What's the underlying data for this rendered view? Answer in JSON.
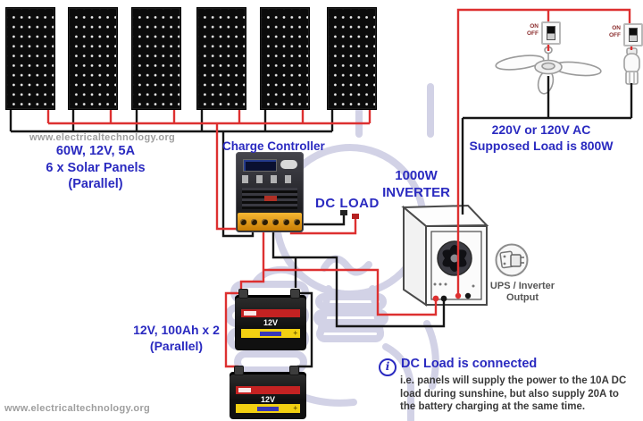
{
  "watermark_top": "www.electricaltechnology.org",
  "watermark_bottom": "www.electricaltechnology.org",
  "solar_array": {
    "panel_count": 6,
    "line1": "60W, 12V, 5A",
    "line2": "6 x Solar Panels",
    "line3": "(Parallel)"
  },
  "charge_controller": {
    "label": "Charge Controller"
  },
  "dc_load": {
    "label": "DC LOAD"
  },
  "inverter": {
    "line1": "1000W",
    "line2": "INVERTER"
  },
  "ac_load": {
    "line1": "220V or 120V AC",
    "line2": "Supposed Load is 800W"
  },
  "ups_output": {
    "line1": "UPS / Inverter",
    "line2": "Output"
  },
  "battery_bank": {
    "specs1": "12V, 100Ah x 2",
    "specs2": "(Parallel)",
    "label": "12V"
  },
  "switch": {
    "on": "ON",
    "off": "OFF"
  },
  "note": {
    "icon": "i",
    "title": "DC Load is connected",
    "line1": "i.e. panels will supply the power to the 10A DC",
    "line2": "load during sunshine, but also supply 20A to",
    "line3": "the battery charging at the same time."
  },
  "colors": {
    "wire_red": "#dd3030",
    "wire_black": "#161616",
    "label_blue": "#2a2ac0",
    "url_gray": "#9e9e9e",
    "watermark": "#c4c4de"
  }
}
